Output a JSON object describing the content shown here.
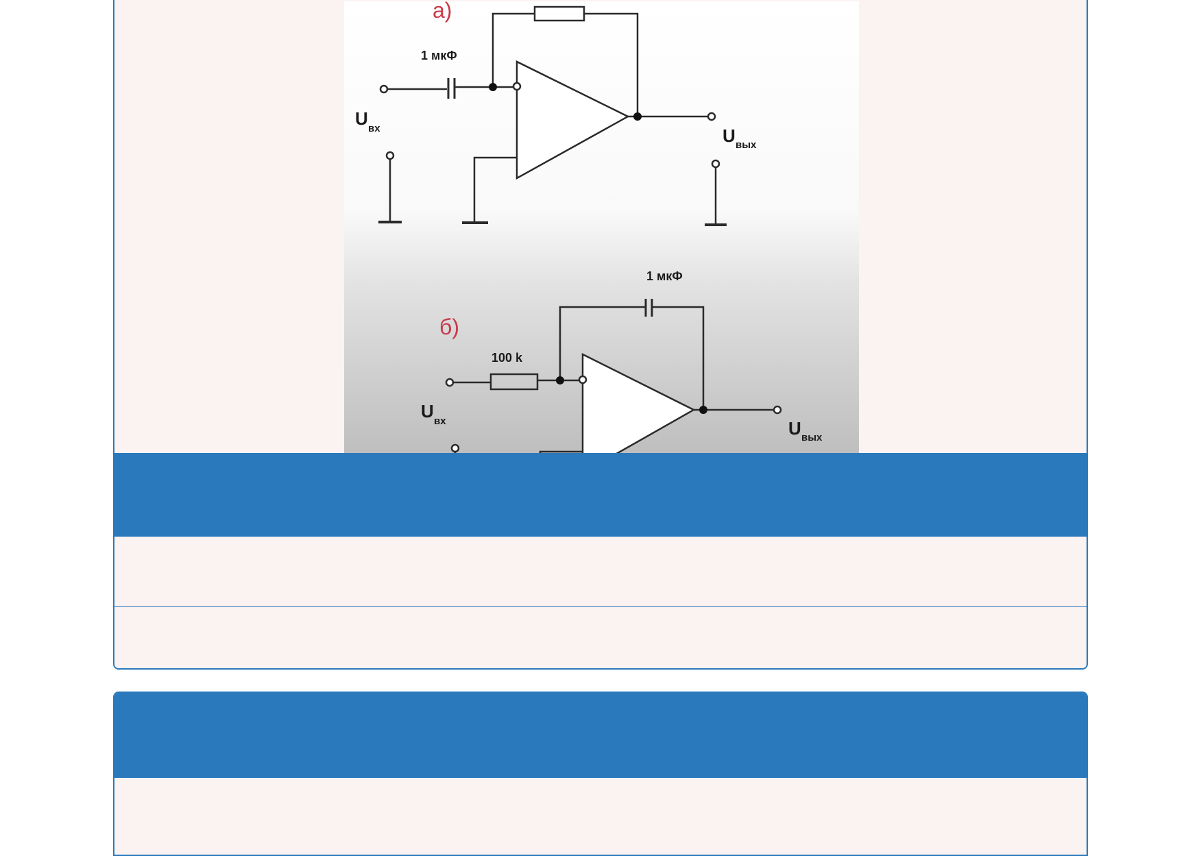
{
  "figure": {
    "circuit_a": {
      "label": "а)",
      "capacitor_label": "1 мкФ",
      "input_label": "U",
      "input_sub": "вх",
      "output_label": "U",
      "output_sub": "вых"
    },
    "circuit_b": {
      "label": "б)",
      "capacitor_label": "1 мкФ",
      "resistor_label": "100 k",
      "input_label": "U",
      "input_sub": "вх",
      "output_label": "U",
      "output_sub": "вых"
    }
  },
  "colors": {
    "accent": "#2a79bd",
    "card_bg": "#fbf3f1",
    "label_red": "#c93a4a"
  }
}
